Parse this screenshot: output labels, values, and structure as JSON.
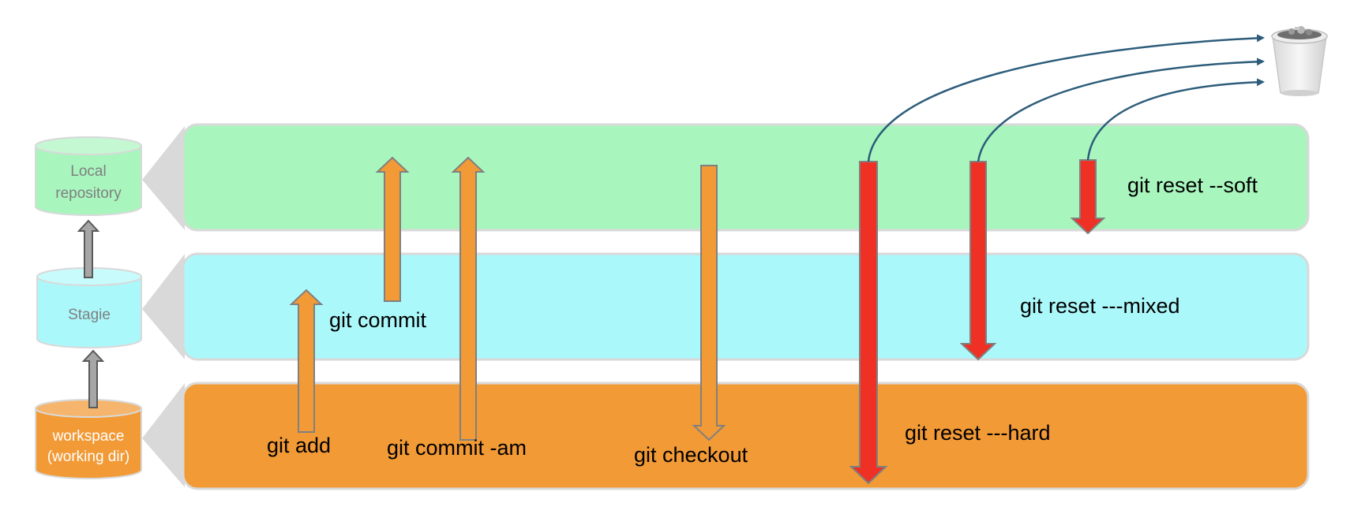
{
  "colors": {
    "repo_band": "#A8F5BE",
    "stage_band": "#ABF8FB",
    "work_band": "#F29A36",
    "band_border": "#D9D9D9",
    "connector": "#D9D9D9",
    "orange_arrow": "#F29A36",
    "red_arrow": "#EE3124",
    "arrow_stroke": "#808080",
    "gray_arrow": "#A6A6A6",
    "curve": "#2D5D7A",
    "text": "#000000",
    "cyl_text_light": "#7F7F7F",
    "cyl_text_dark": "#FFFFFF"
  },
  "areas": {
    "local_repository": {
      "line1": "Local",
      "line2": "repository"
    },
    "stage": {
      "label": "Stagie"
    },
    "workspace": {
      "line1": "workspace",
      "line2": "(working dir)"
    }
  },
  "commands": {
    "git_add": "git  add",
    "git_commit": "git  commit",
    "git_commit_am": "git  commit -am",
    "git_checkout": "git  checkout",
    "reset_soft": "git reset --soft",
    "reset_mixed": "git reset ---mixed",
    "reset_hard": "git reset ---hard"
  },
  "icons": {
    "trash": "trash-can-icon"
  }
}
